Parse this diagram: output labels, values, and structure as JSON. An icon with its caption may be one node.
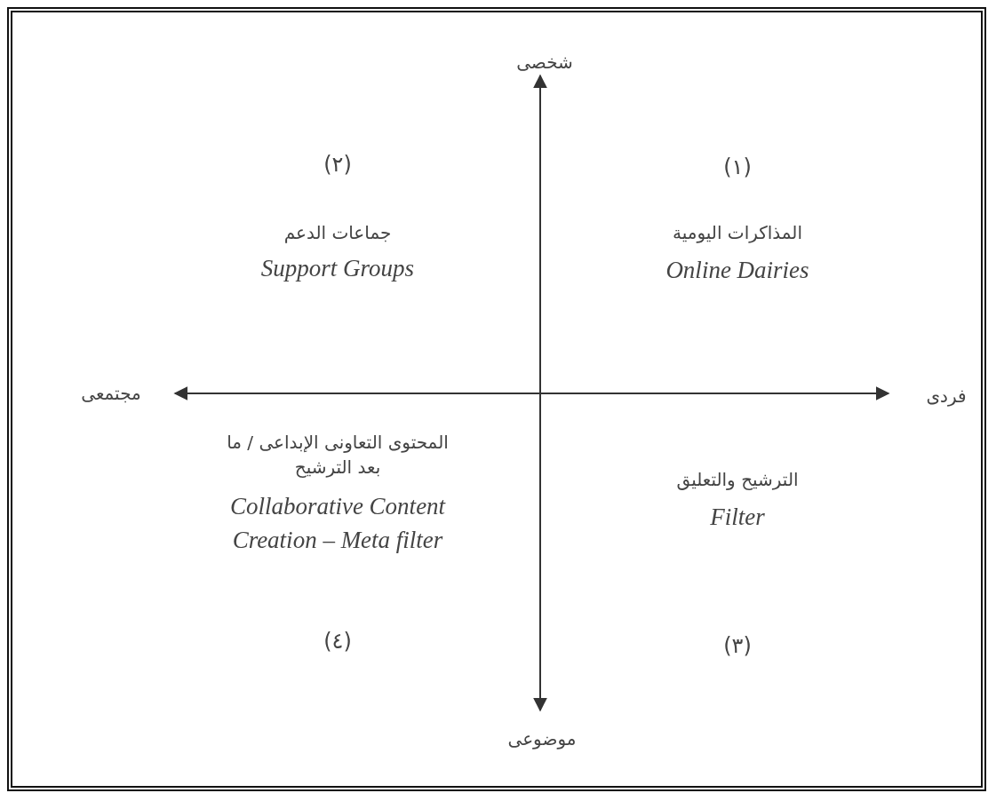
{
  "diagram": {
    "labels": [
      "شخصى",
      "(٢)",
      "(١)",
      "جماعات الدعم",
      "Support Groups",
      "المذاكرات اليومية",
      "Online Dairies",
      "مجتمعى",
      "فردى",
      "المحتوى التعاونى الإبداعى / ما بعد الترشيح",
      "Collaborative Content Creation – Meta filter",
      "الترشيح والتعليق",
      "Filter",
      "(٤)",
      "(٣)",
      "موضوعى"
    ]
  }
}
